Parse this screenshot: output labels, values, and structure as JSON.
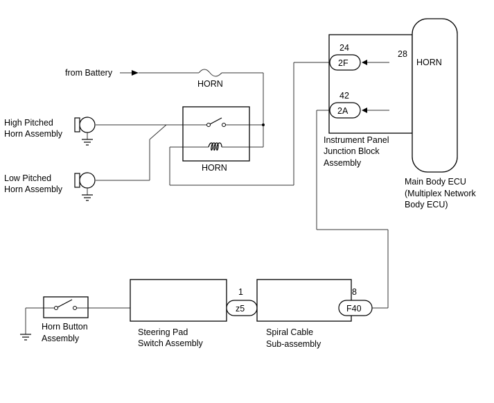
{
  "labels": {
    "from_battery": "from Battery",
    "fuse_horn": "HORN",
    "relay_horn": "HORN",
    "ecu_horn": "HORN",
    "high_horn_1": "High Pitched",
    "high_horn_2": "Horn Assembly",
    "low_horn_1": "Low Pitched",
    "low_horn_2": "Horn Assembly",
    "ipjb_1": "Instrument Panel",
    "ipjb_2": "Junction Block",
    "ipjb_3": "Assembly",
    "ecu_1": "Main Body ECU",
    "ecu_2": "(Multiplex Network",
    "ecu_3": "Body ECU)",
    "horn_button_1": "Horn Button",
    "horn_button_2": "Assembly",
    "steering_pad_1": "Steering Pad",
    "steering_pad_2": "Switch Assembly",
    "spiral_1": "Spiral Cable",
    "spiral_2": "Sub-assembly"
  },
  "connectors": {
    "c2f": {
      "pin": "24",
      "name": "2F"
    },
    "c2a": {
      "pin": "42",
      "name": "2A"
    },
    "ecu_pin": "28",
    "z5": {
      "pin": "1",
      "name": "z5"
    },
    "f40": {
      "pin": "8",
      "name": "F40"
    }
  }
}
